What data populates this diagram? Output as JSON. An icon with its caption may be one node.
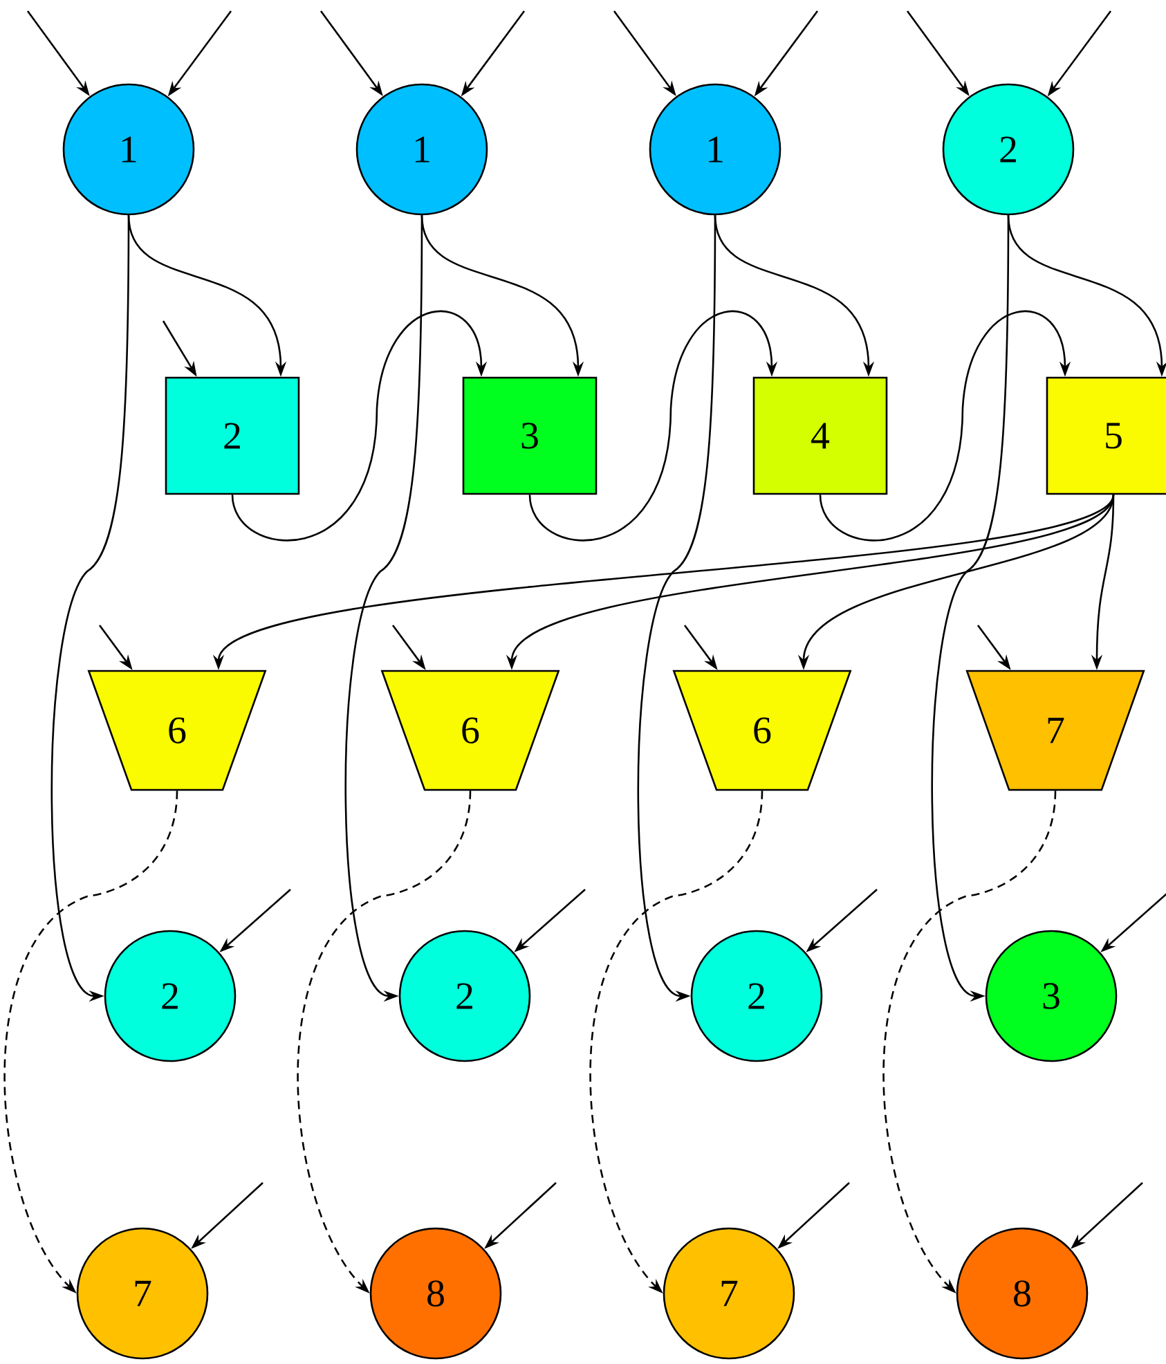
{
  "diagram": {
    "nodes": [
      {
        "text": [
          "1"
        ]
      },
      {
        "text": [
          "1"
        ]
      },
      {
        "text": [
          "1"
        ]
      },
      {
        "text": [
          "2"
        ]
      },
      {
        "text": [
          "2"
        ]
      },
      {
        "text": [
          "3"
        ]
      },
      {
        "text": [
          "4"
        ]
      },
      {
        "text": [
          "5"
        ]
      },
      {
        "text": [
          "6"
        ]
      },
      {
        "text": [
          "6"
        ]
      },
      {
        "text": [
          "6"
        ]
      },
      {
        "text": [
          "7"
        ]
      },
      {
        "text": [
          "2"
        ]
      },
      {
        "text": [
          "2"
        ]
      },
      {
        "text": [
          "2"
        ]
      },
      {
        "text": [
          "3"
        ]
      },
      {
        "text": [
          "7"
        ]
      },
      {
        "text": [
          "8"
        ]
      },
      {
        "text": [
          "7"
        ]
      },
      {
        "text": [
          "8"
        ]
      }
    ],
    "edges": [
      {
        "from": 0,
        "to": 4,
        "arrow": "to"
      },
      {
        "from": 4,
        "to": 5,
        "arrow": "to"
      },
      {
        "from": 1,
        "to": 5,
        "arrow": "to"
      },
      {
        "from": 5,
        "to": 6,
        "arrow": "to"
      },
      {
        "from": 2,
        "to": 6,
        "arrow": "to"
      },
      {
        "from": 6,
        "to": 7,
        "arrow": "to"
      },
      {
        "from": 3,
        "to": 7,
        "arrow": "to"
      },
      {
        "from": 7,
        "to": 8,
        "arrow": "to"
      },
      {
        "from": 7,
        "to": 9,
        "arrow": "to"
      },
      {
        "from": 7,
        "to": 10,
        "arrow": "to"
      },
      {
        "from": 7,
        "to": 11,
        "arrow": "to"
      },
      {
        "from": 0,
        "to": 12,
        "arrow": "to"
      },
      {
        "from": 1,
        "to": 13,
        "arrow": "to"
      },
      {
        "from": 2,
        "to": 14,
        "arrow": "to"
      },
      {
        "from": 3,
        "to": 15,
        "arrow": "to"
      },
      {
        "from": 8,
        "to": 16,
        "arrow": "to",
        "style": "dashed"
      },
      {
        "from": 9,
        "to": 17,
        "arrow": "to",
        "style": "dashed"
      },
      {
        "from": 10,
        "to": 18,
        "arrow": "to",
        "style": "dashed"
      },
      {
        "from": 11,
        "to": 19,
        "arrow": "to",
        "style": "dashed"
      },
      {
        "from": null,
        "to": 0,
        "arrow": "to"
      },
      {
        "from": null,
        "to": 0,
        "arrow": "to"
      },
      {
        "from": null,
        "to": 1,
        "arrow": "to"
      },
      {
        "from": null,
        "to": 1,
        "arrow": "to"
      },
      {
        "from": null,
        "to": 2,
        "arrow": "to"
      },
      {
        "from": null,
        "to": 2,
        "arrow": "to"
      },
      {
        "from": null,
        "to": 3,
        "arrow": "to"
      },
      {
        "from": null,
        "to": 3,
        "arrow": "to"
      },
      {
        "from": null,
        "to": 4,
        "arrow": "to"
      },
      {
        "from": null,
        "to": 8,
        "arrow": "to"
      },
      {
        "from": null,
        "to": 9,
        "arrow": "to"
      },
      {
        "from": null,
        "to": 10,
        "arrow": "to"
      },
      {
        "from": null,
        "to": 11,
        "arrow": "to"
      },
      {
        "from": null,
        "to": 12,
        "arrow": "to"
      },
      {
        "from": null,
        "to": 13,
        "arrow": "to"
      },
      {
        "from": null,
        "to": 14,
        "arrow": "to"
      },
      {
        "from": null,
        "to": 15,
        "arrow": "to"
      },
      {
        "from": null,
        "to": 16,
        "arrow": "to"
      },
      {
        "from": null,
        "to": 17,
        "arrow": "to"
      },
      {
        "from": null,
        "to": 18,
        "arrow": "to"
      },
      {
        "from": null,
        "to": 19,
        "arrow": "to"
      }
    ]
  }
}
